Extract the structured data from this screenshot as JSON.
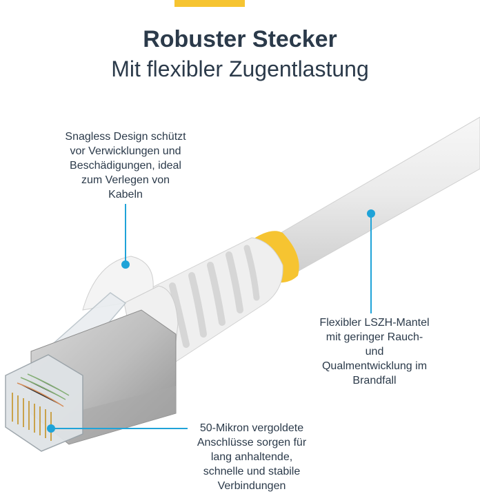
{
  "header": {
    "title": "Robuster Stecker",
    "subtitle": "Mit flexibler Zugentlastung"
  },
  "callouts": {
    "snagless": [
      "Snagless Design schützt",
      "vor Verwicklungen und",
      "Beschädigungen, ideal",
      "zum Verlegen von",
      "Kabeln"
    ],
    "jacket": [
      "Flexibler LSZH-Mantel",
      "mit geringer Rauch-",
      "und",
      "Qualmentwicklung im",
      "Brandfall"
    ],
    "contacts": [
      "50-Mikron vergoldete",
      "Anschlüsse sorgen für",
      "lang anhaltende,",
      "schnelle und stabile",
      "Verbindungen"
    ]
  },
  "colors": {
    "accent_yellow": "#f6c431",
    "callout_blue": "#1fa3d8",
    "text": "#2b3a4a"
  }
}
